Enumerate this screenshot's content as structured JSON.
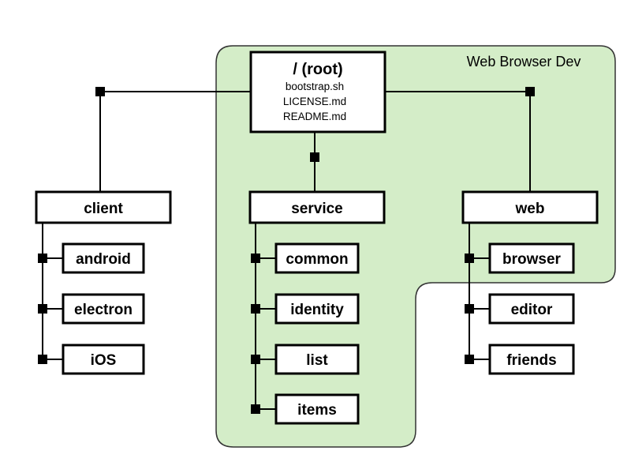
{
  "region": {
    "label": "Web Browser Dev",
    "fill": "#d4edc8",
    "stroke": "#333333"
  },
  "root": {
    "title": "/ (root)",
    "files": [
      "bootstrap.sh",
      "LICENSE.md",
      "README.md"
    ]
  },
  "groups": {
    "client": {
      "label": "client",
      "children": [
        "android",
        "electron",
        "iOS"
      ]
    },
    "service": {
      "label": "service",
      "children": [
        "common",
        "identity",
        "list",
        "items"
      ]
    },
    "web": {
      "label": "web",
      "children": [
        "browser",
        "editor",
        "friends"
      ]
    }
  }
}
